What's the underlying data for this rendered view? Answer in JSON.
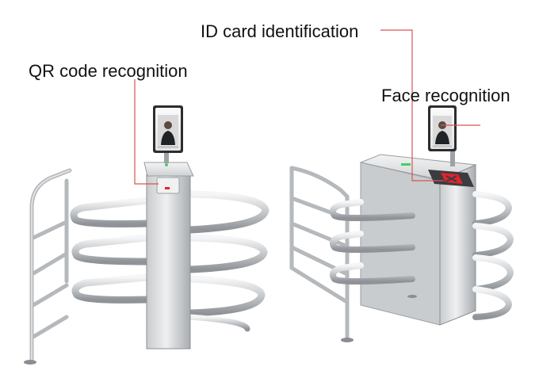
{
  "labels": {
    "qr": "QR code recognition",
    "id_card": "ID card identification",
    "face": "Face recognition"
  },
  "colors": {
    "callout_line": "#d9534f",
    "steel": "#b9bcbf",
    "steel_dark": "#8c9094",
    "steel_light": "#e3e5e7",
    "scanner_red": "#e0242b",
    "indicator_green": "#3fd16b"
  }
}
